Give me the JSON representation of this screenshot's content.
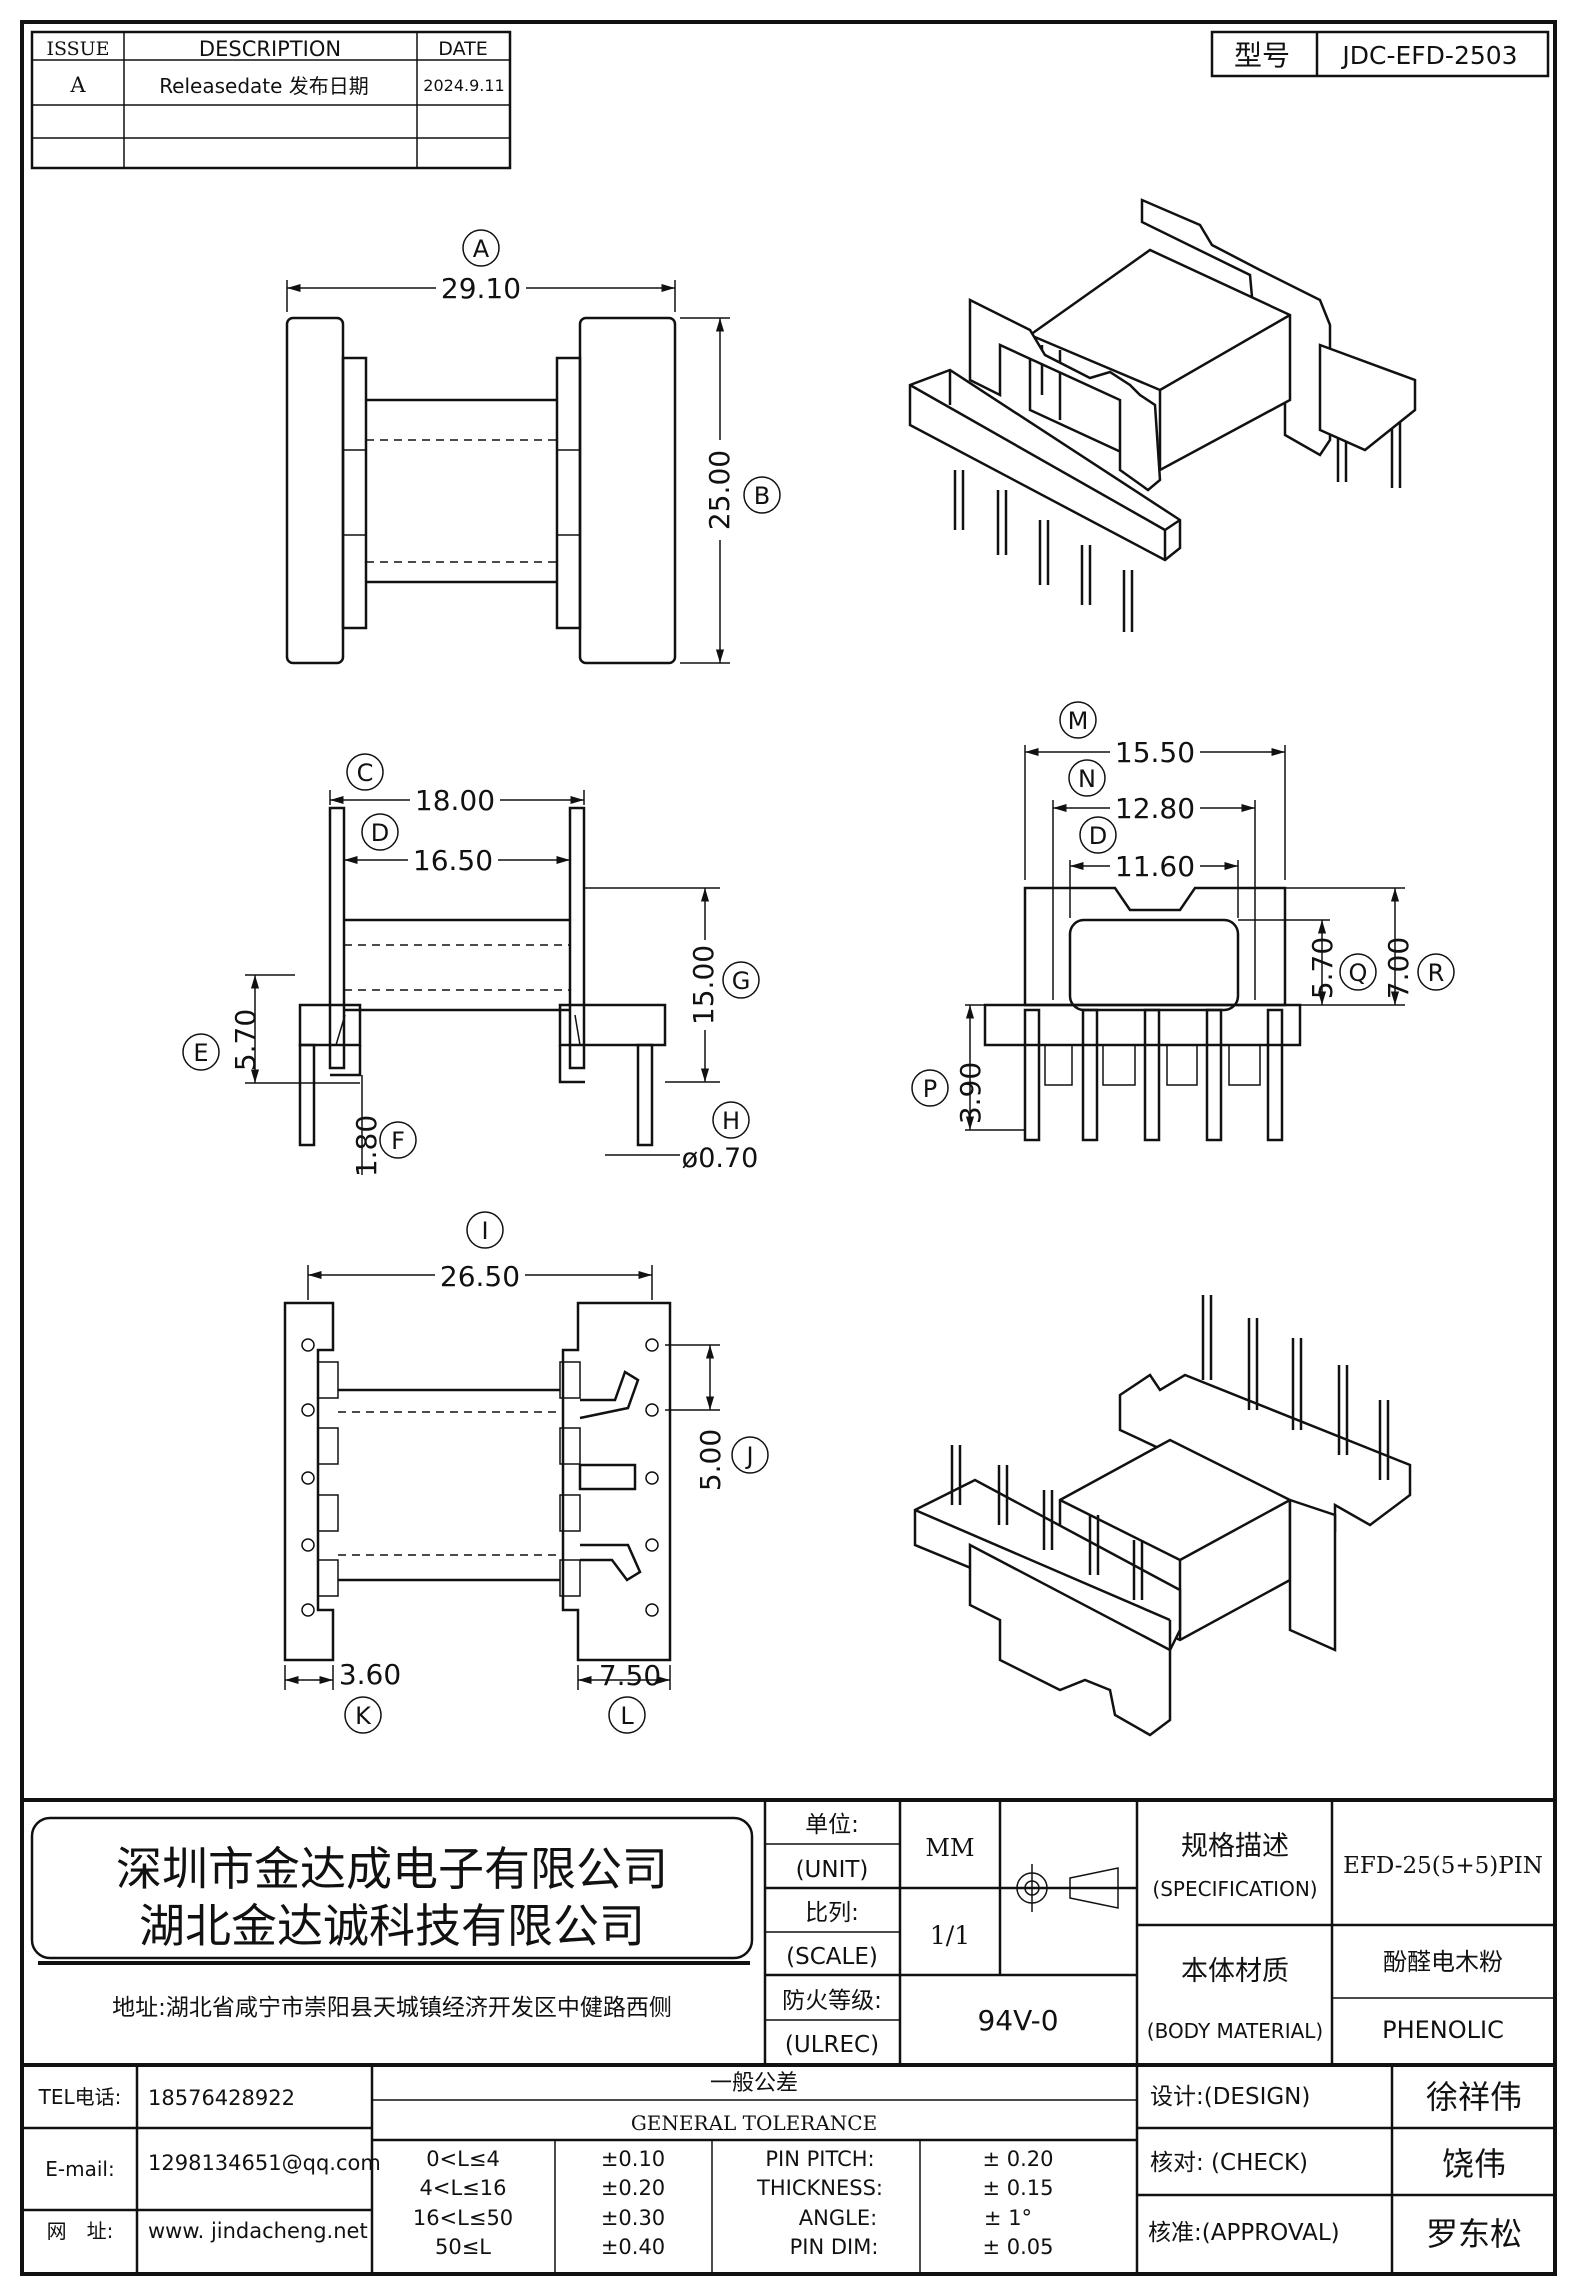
{
  "revision_table": {
    "headers": [
      "ISSUE",
      "DESCRIPTION",
      "DATE"
    ],
    "rows": [
      [
        "A",
        "Releasedate 发布日期",
        "2024.9.11"
      ],
      [
        "",
        "",
        ""
      ],
      [
        "",
        "",
        ""
      ]
    ]
  },
  "model_box": {
    "label": "型号",
    "value": "JDC-EFD-2503"
  },
  "dimensions": {
    "A": {
      "letter": "A",
      "value": "29.10"
    },
    "B": {
      "letter": "B",
      "value": "25.00"
    },
    "C": {
      "letter": "C",
      "value": "18.00"
    },
    "D": {
      "letter": "D",
      "value": "16.50"
    },
    "E": {
      "letter": "E",
      "value": "5.70"
    },
    "F": {
      "letter": "F",
      "value": "1.80"
    },
    "G": {
      "letter": "G",
      "value": "15.00"
    },
    "H": {
      "letter": "H",
      "value": "ø0.70"
    },
    "M": {
      "letter": "M",
      "value": "15.50"
    },
    "N": {
      "letter": "N",
      "value": "12.80"
    },
    "D2": {
      "letter": "D",
      "value": "11.60"
    },
    "Q": {
      "letter": "Q",
      "value": "5.70"
    },
    "R": {
      "letter": "R",
      "value": "7.00"
    },
    "P": {
      "letter": "P",
      "value": "3.90"
    },
    "I": {
      "letter": "I",
      "value": "26.50"
    },
    "J": {
      "letter": "J",
      "value": "5.00"
    },
    "K": {
      "letter": "K",
      "value": "3.60"
    },
    "L": {
      "letter": "L",
      "value": "7.50"
    }
  },
  "title_block": {
    "company_line1": "深圳市金达成电子有限公司",
    "company_line2": "湖北金达诚科技有限公司",
    "address": "地址:湖北省咸宁市崇阳县天城镇经济开发区中健路西侧",
    "unit_cn": "单位:",
    "unit_en": "(UNIT)",
    "unit_value": "MM",
    "scale_cn": "比列:",
    "scale_en": "(SCALE)",
    "scale_value": "1/1",
    "fire_cn": "防火等级:",
    "fire_en": "(ULREC)",
    "fire_value": "94V-0",
    "spec_cn": "规格描述",
    "spec_en": "(SPECIFICATION)",
    "spec_value": "EFD-25(5+5)PIN",
    "material_cn": "本体材质",
    "material_en": "(BODY MATERIAL)",
    "material_value_cn": "酚醛电木粉",
    "material_value_en": "PHENOLIC",
    "tel_label": "TEL电话:",
    "tel_value": "18576428922",
    "email_label": "E-mail:",
    "email_value": "1298134651@qq.com",
    "web_label": "网　址:",
    "web_value": "www. jindacheng.net",
    "tolerance_cn": "一般公差",
    "tolerance_en": "GENERAL  TOLERANCE",
    "tolerance_ranges": [
      "0<L≤4",
      "4<L≤16",
      "16<L≤50",
      "50≤L"
    ],
    "tolerance_values": [
      "±0.10",
      "±0.20",
      "±0.30",
      "±0.40"
    ],
    "pin_labels": [
      "PIN PITCH:",
      "THICKNESS:",
      "ANGLE:",
      "PIN DIM:"
    ],
    "pin_values": [
      "± 0.20",
      "± 0.15",
      "± 1°",
      "± 0.05"
    ],
    "design_label": "设计:(DESIGN)",
    "design_name": "徐祥伟",
    "check_label": "核对: (CHECK)",
    "check_name": "饶伟",
    "approval_label": "核准:(APPROVAL)",
    "approval_name": "罗东松"
  }
}
